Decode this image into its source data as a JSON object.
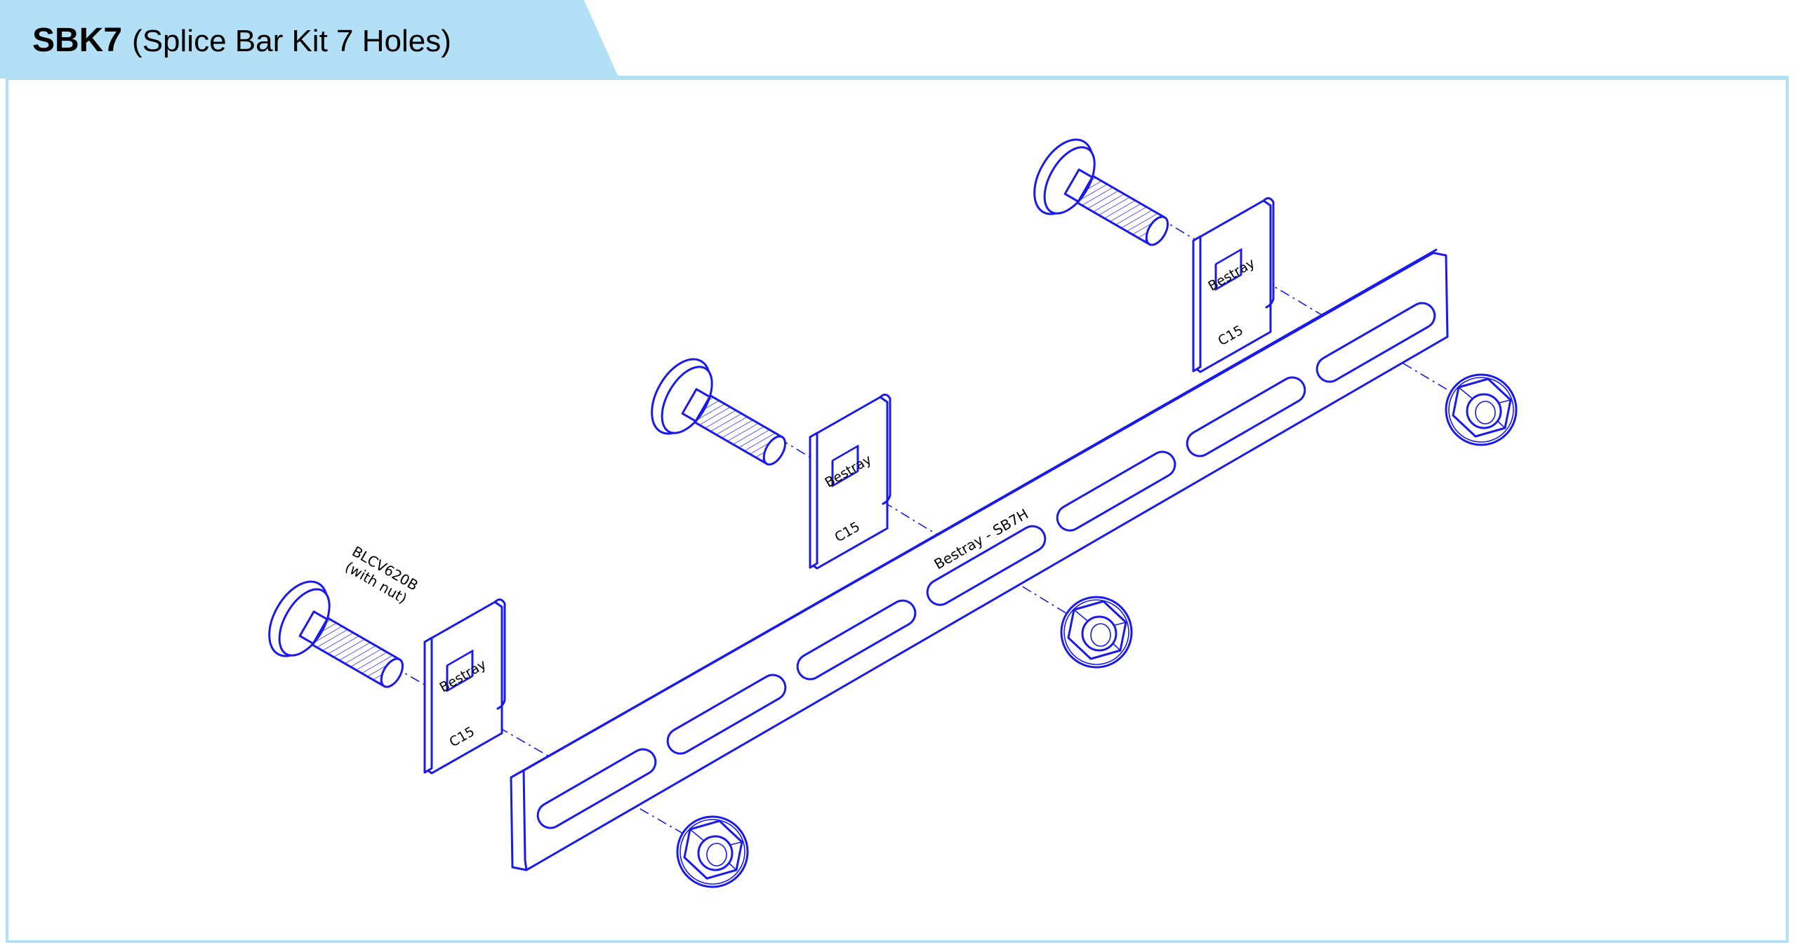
{
  "header": {
    "code": "SBK7",
    "name": "(Splice Bar Kit 7 Holes)"
  },
  "colors": {
    "tab": "#b3e0f7",
    "frame": "#b3e0f7",
    "line": "#1a1aeb"
  },
  "diagram": {
    "bolt_label_line1": "BLCV620B",
    "bolt_label_line2": "(with nut)",
    "bar_marking": "Bestray - SB7H",
    "bracket_marking_top": "Bestray",
    "bracket_marking_bottom": "C15"
  }
}
